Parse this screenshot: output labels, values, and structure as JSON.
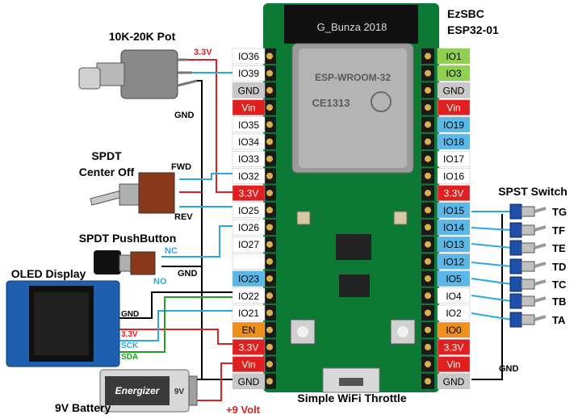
{
  "board": {
    "brand_label": "EzSBC",
    "model_label": "ESP32-01",
    "watermark": "G_Bunza 2018",
    "module_label": "ESP-WROOM-32",
    "module_sub": "CE1313",
    "caption": "Simple WiFi Throttle"
  },
  "left_pins": [
    {
      "label": "IO36",
      "color": "#ffffff",
      "text_color": "#000000"
    },
    {
      "label": "IO39",
      "color": "#ffffff",
      "text_color": "#000000"
    },
    {
      "label": "GND",
      "color": "#c8c8c8",
      "text_color": "#000000"
    },
    {
      "label": "Vin",
      "color": "#e02020",
      "text_color": "#ffffff"
    },
    {
      "label": "IO35",
      "color": "#ffffff",
      "text_color": "#000000"
    },
    {
      "label": "IO34",
      "color": "#ffffff",
      "text_color": "#000000"
    },
    {
      "label": "IO33",
      "color": "#ffffff",
      "text_color": "#000000"
    },
    {
      "label": "IO32",
      "color": "#ffffff",
      "text_color": "#000000"
    },
    {
      "label": "3.3V",
      "color": "#e02020",
      "text_color": "#ffffff"
    },
    {
      "label": "IO25",
      "color": "#ffffff",
      "text_color": "#000000"
    },
    {
      "label": "IO26",
      "color": "#ffffff",
      "text_color": "#000000"
    },
    {
      "label": "IO27",
      "color": "#ffffff",
      "text_color": "#000000"
    },
    {
      "label": "",
      "color": "#ffffff",
      "text_color": "#000000"
    },
    {
      "label": "IO23",
      "color": "#5ab8e8",
      "text_color": "#000000"
    },
    {
      "label": "IO22",
      "color": "#ffffff",
      "text_color": "#000000"
    },
    {
      "label": "IO21",
      "color": "#ffffff",
      "text_color": "#000000"
    },
    {
      "label": "EN",
      "color": "#f0901c",
      "text_color": "#000000"
    },
    {
      "label": "3.3V",
      "color": "#e02020",
      "text_color": "#ffffff"
    },
    {
      "label": "Vin",
      "color": "#e02020",
      "text_color": "#ffffff"
    },
    {
      "label": "GND",
      "color": "#c8c8c8",
      "text_color": "#000000"
    }
  ],
  "right_pins": [
    {
      "label": "IO1",
      "color": "#8fd14f",
      "text_color": "#000000"
    },
    {
      "label": "IO3",
      "color": "#8fd14f",
      "text_color": "#000000"
    },
    {
      "label": "GND",
      "color": "#c8c8c8",
      "text_color": "#000000"
    },
    {
      "label": "Vin",
      "color": "#e02020",
      "text_color": "#ffffff"
    },
    {
      "label": "IO19",
      "color": "#5ab8e8",
      "text_color": "#000000"
    },
    {
      "label": "IO18",
      "color": "#5ab8e8",
      "text_color": "#000000"
    },
    {
      "label": "IO17",
      "color": "#ffffff",
      "text_color": "#000000"
    },
    {
      "label": "IO16",
      "color": "#ffffff",
      "text_color": "#000000"
    },
    {
      "label": "3.3V",
      "color": "#e02020",
      "text_color": "#ffffff"
    },
    {
      "label": "IO15",
      "color": "#5ab8e8",
      "text_color": "#000000"
    },
    {
      "label": "IO14",
      "color": "#5ab8e8",
      "text_color": "#000000"
    },
    {
      "label": "IO13",
      "color": "#5ab8e8",
      "text_color": "#000000"
    },
    {
      "label": "IO12",
      "color": "#5ab8e8",
      "text_color": "#000000"
    },
    {
      "label": "IO5",
      "color": "#5ab8e8",
      "text_color": "#000000"
    },
    {
      "label": "IO4",
      "color": "#ffffff",
      "text_color": "#000000"
    },
    {
      "label": "IO2",
      "color": "#ffffff",
      "text_color": "#000000"
    },
    {
      "label": "IO0",
      "color": "#f0901c",
      "text_color": "#000000"
    },
    {
      "label": "3.3V",
      "color": "#e02020",
      "text_color": "#ffffff"
    },
    {
      "label": "Vin",
      "color": "#e02020",
      "text_color": "#ffffff"
    },
    {
      "label": "GND",
      "color": "#c8c8c8",
      "text_color": "#000000"
    }
  ],
  "pot": {
    "title": "10K-20K Pot",
    "v_label": "3.3V",
    "gnd_label": "GND"
  },
  "spdt": {
    "title_line1": "SPDT",
    "title_line2": "Center Off",
    "fwd_label": "FWD",
    "rev_label": "REV"
  },
  "pushbutton": {
    "title": "SPDT PushButton",
    "nc_label": "NC",
    "no_label": "NO",
    "gnd_label": "GND"
  },
  "oled": {
    "title": "OLED Display",
    "gnd_label": "GND",
    "v_label": "3.3V",
    "sck_label": "SCK",
    "sda_label": "SDA"
  },
  "battery": {
    "title": "9V Battery",
    "brand": "Energizer",
    "volt_label": "+9 Volt",
    "side_label": "9V"
  },
  "spst": {
    "title": "SPST Switch",
    "labels": [
      "TG",
      "TF",
      "TE",
      "TD",
      "TC",
      "TB",
      "TA"
    ],
    "gnd_label": "GND"
  },
  "colors": {
    "wire_red": "#e02020",
    "wire_blue": "#2aa8e0",
    "wire_black": "#000000",
    "wire_green": "#20a020",
    "board": "#0c7a35"
  }
}
